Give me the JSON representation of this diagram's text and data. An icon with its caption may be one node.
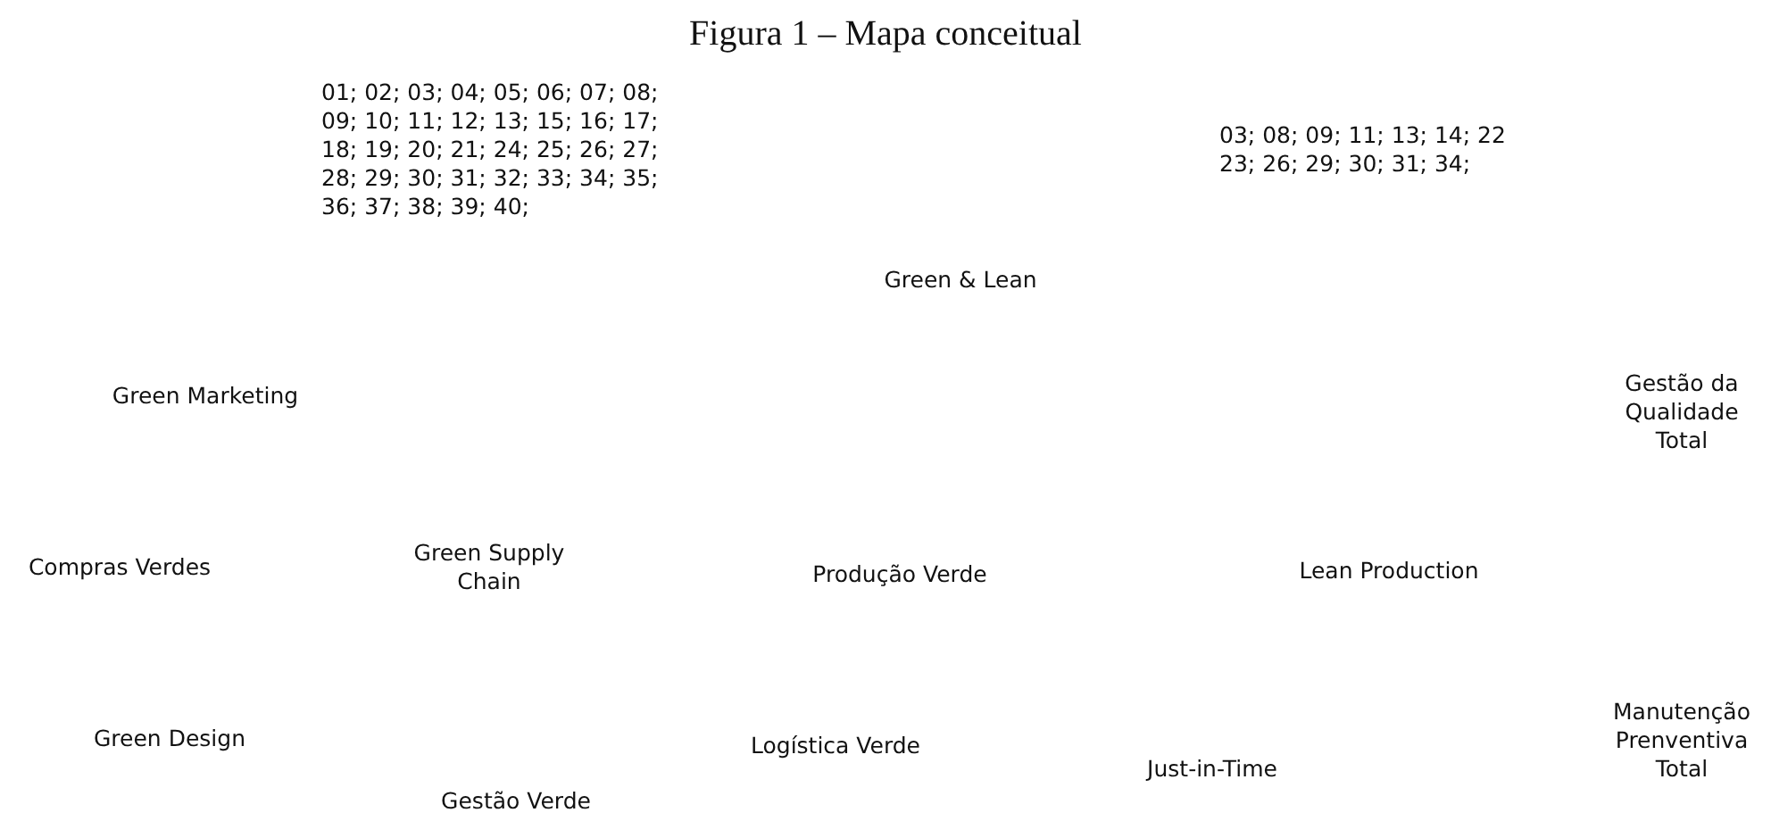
{
  "diagram": {
    "title": "Figura 1 – Mapa conceitual",
    "labels": [
      "01; 02; 03; 04; 05; 06; 07; 08; 09; 10; 11; 12; 13; 15; 16; 17; 18; 19; 20; 21; 24; 25; 26; 27; 28; 29; 30; 31; 32; 33; 34; 35; 36; 37; 38; 39; 40;",
      "03; 08; 09; 11; 13; 14; 22 23; 26; 29; 30; 31; 34;",
      "Green & Lean",
      "Green Marketing",
      "Gestão da Qualidade Total",
      "Compras Verdes",
      "Green Supply Chain",
      "Produção Verde",
      "Lean Production",
      "Green Design",
      "Manutenção Prenventiva Total",
      "Logística Verde",
      "Just-in-Time",
      "Gestão Verde"
    ]
  }
}
